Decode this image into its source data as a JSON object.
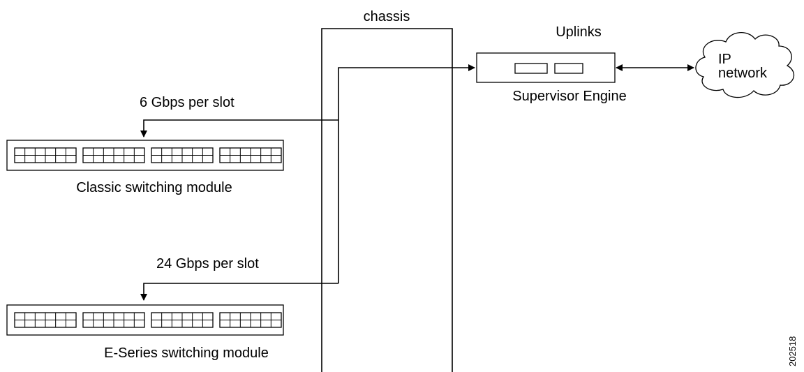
{
  "diagram": {
    "chassis_label": "chassis",
    "uplinks_label": "Uplinks",
    "supervisor_label": "Supervisor Engine",
    "cloud_label_line1": "IP",
    "cloud_label_line2": "network",
    "classic_bandwidth_label": "6 Gbps per slot",
    "classic_module_label": "Classic switching module",
    "eseries_bandwidth_label": "24 Gbps per slot",
    "eseries_module_label": "E-Series switching module",
    "figure_id": "202518"
  }
}
